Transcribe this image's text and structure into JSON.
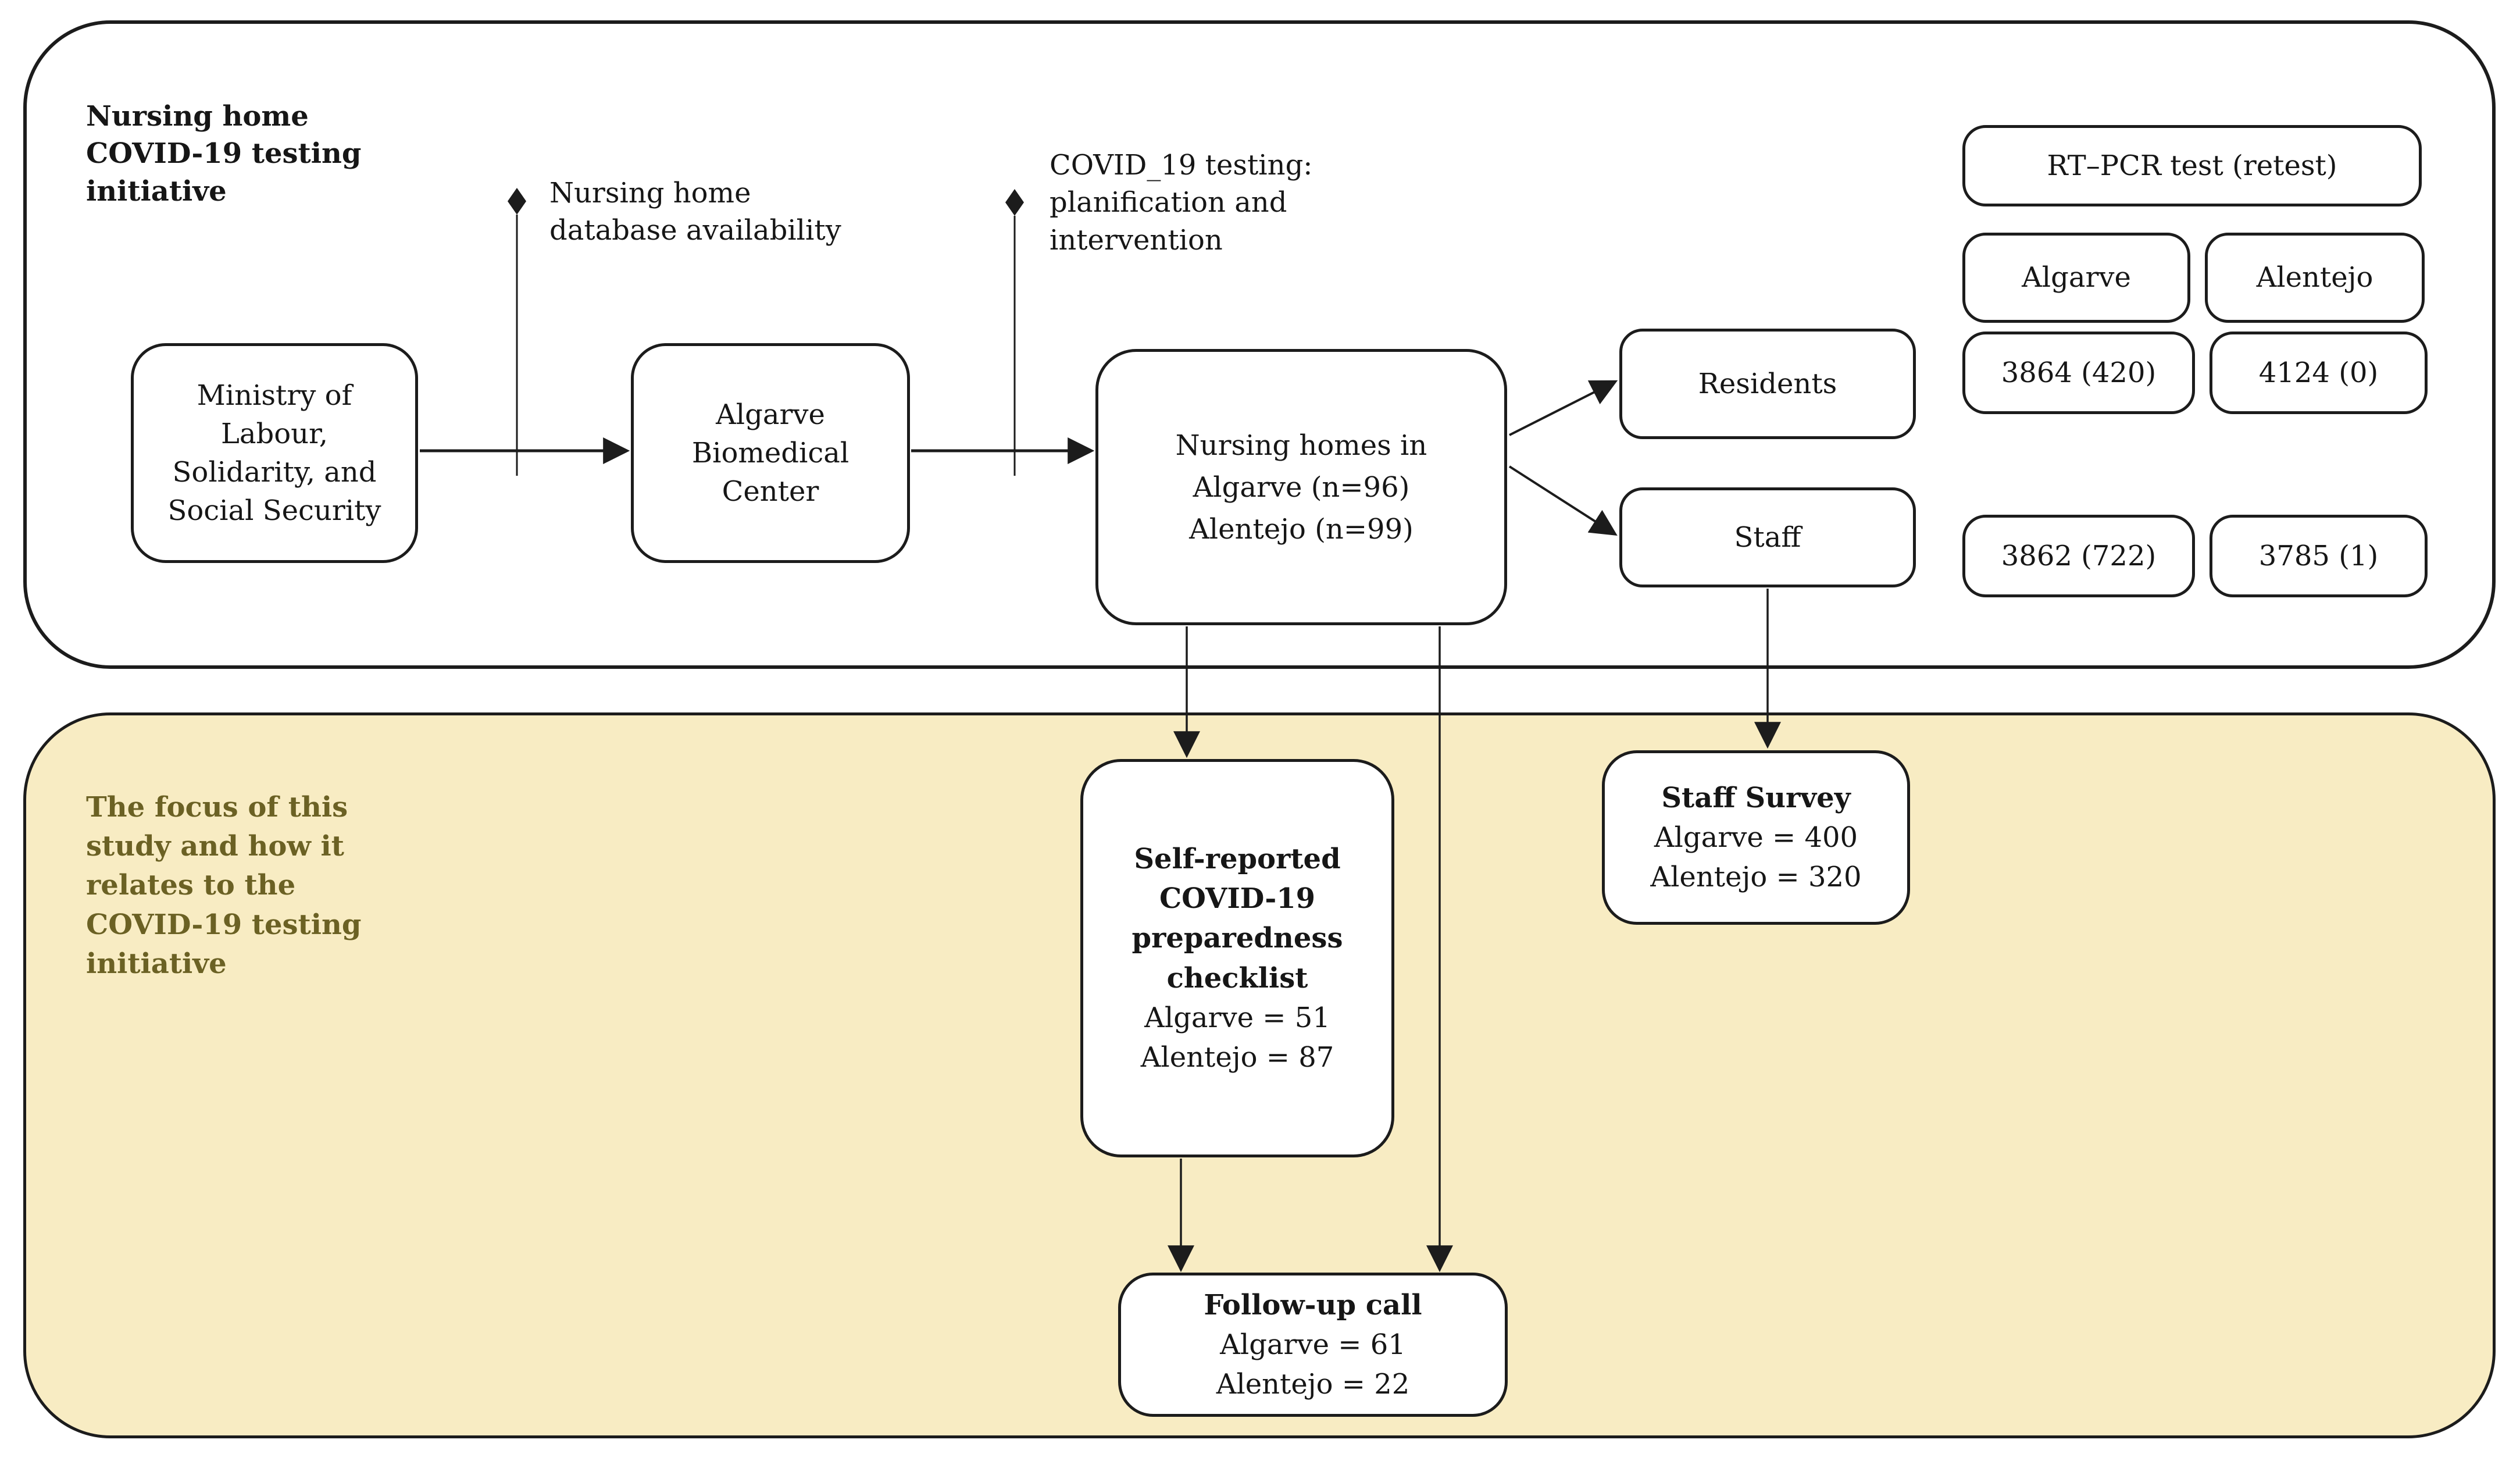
{
  "figure": {
    "type": "flow-diagram",
    "top_panel": {
      "label": "Nursing home\nCOVID-19 testing\ninitiative",
      "annotations": [
        {
          "marker": "diamond-icon",
          "text": "Nursing home\ndatabase availability"
        },
        {
          "marker": "diamond-icon",
          "text": "COVID_19 testing:\nplanification and\nintervention"
        }
      ],
      "nodes": {
        "ministry": "Ministry of\nLabour,\nSolidarity, and\nSocial Security",
        "biomedical_center": "Algarve\nBiomedical\nCenter",
        "nursing_homes": "Nursing homes in\nAlgarve (n=96)\nAlentejo (n=99)",
        "residents": "Residents",
        "staff": "Staff"
      },
      "rt_pcr_table": {
        "header": "RT–PCR test (retest)",
        "columns": [
          "Algarve",
          "Alentejo"
        ],
        "residents_row": [
          "3864 (420)",
          "4124 (0)"
        ],
        "staff_row": [
          "3862 (722)",
          "3785 (1)"
        ]
      }
    },
    "bottom_panel": {
      "label": "The focus of this\nstudy and how it\nrelates to the\nCOVID-19 testing\ninitiative",
      "checklist": {
        "title": "Self-reported\nCOVID-19\npreparedness\nchecklist",
        "values": "Algarve = 51\nAlentejo = 87"
      },
      "staff_survey": {
        "title": "Staff Survey",
        "values": "Algarve = 400\nAlentejo = 320"
      },
      "followup": {
        "title": "Follow-up call",
        "values": "Algarve = 61\nAlentejo = 22"
      }
    },
    "colors": {
      "panel_yellow": "#f8ecc3",
      "olive_text": "#6b6124",
      "line_black": "#1c1c1c"
    }
  }
}
